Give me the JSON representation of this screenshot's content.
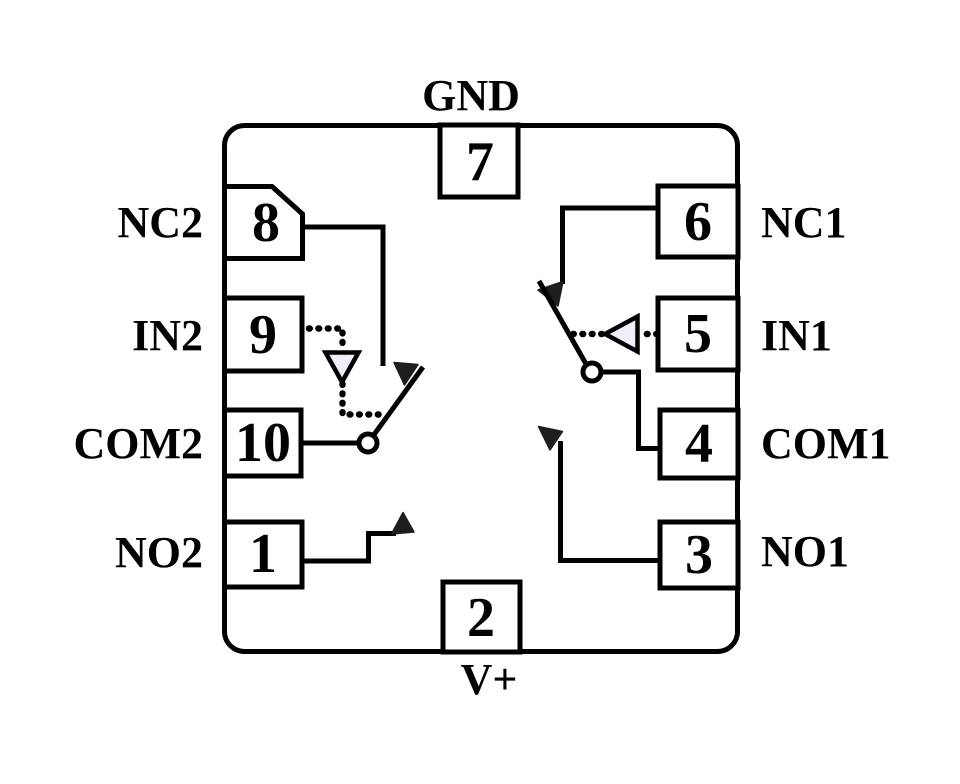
{
  "diagram": {
    "top_pin": {
      "number": "7",
      "label": "GND"
    },
    "bottom_pin": {
      "number": "2",
      "label": "V+"
    },
    "left_pins": [
      {
        "number": "8",
        "label": "NC2"
      },
      {
        "number": "9",
        "label": "IN2"
      },
      {
        "number": "10",
        "label": "COM2"
      },
      {
        "number": "1",
        "label": "NO2"
      }
    ],
    "right_pins": [
      {
        "number": "6",
        "label": "NC1"
      },
      {
        "number": "5",
        "label": "IN1"
      },
      {
        "number": "4",
        "label": "COM1"
      },
      {
        "number": "3",
        "label": "NO1"
      }
    ],
    "colors": {
      "stroke": "#000000",
      "background": "#ffffff",
      "inverter_fill": "#edeff9",
      "contact_fill": "#1e1e1e"
    }
  }
}
